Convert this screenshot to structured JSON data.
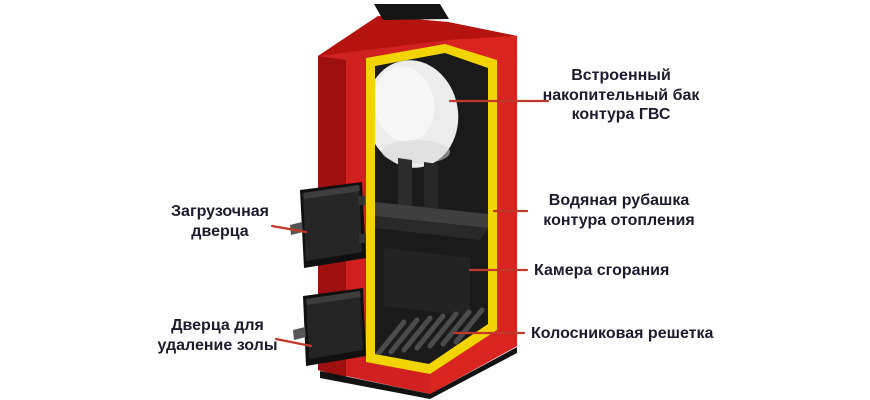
{
  "diagram": {
    "colors": {
      "body_red": "#d02020",
      "body_red_dark": "#9d100f",
      "body_red_top": "#b5130f",
      "insulation_yellow": "#f2d400",
      "interior_black": "#1a1a1a",
      "tank_white": "#ececec",
      "line_red": "#c0392b",
      "label_text": "#1c1c30"
    },
    "labels": [
      {
        "id": "tank",
        "text": "Встроенный\nнакопительный бак\nконтура ГВС"
      },
      {
        "id": "jacket",
        "text": "Водяная рубашка\nконтура отопления"
      },
      {
        "id": "chamber",
        "text": "Камера сгорания"
      },
      {
        "id": "grate",
        "text": "Колосниковая решетка"
      },
      {
        "id": "loaddoor",
        "text": "Загрузочная\nдверца"
      },
      {
        "id": "ashdoor",
        "text": "Дверца для\nудаление золы"
      }
    ]
  }
}
